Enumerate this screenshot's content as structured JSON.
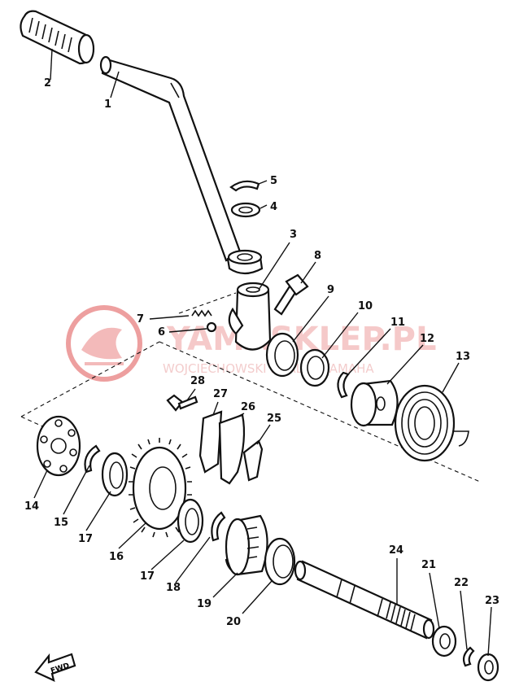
{
  "watermark": {
    "brand": "YAMASKLEP.PL",
    "dealer": "WOJCIECHOWSKI DEALER YAMAHA",
    "logo_color": "#e88080"
  },
  "fwd_label": "FWD",
  "callouts": [
    {
      "id": "1",
      "label": "1",
      "part": "kick crank"
    },
    {
      "id": "2",
      "label": "2",
      "part": "grip"
    },
    {
      "id": "3",
      "label": "3",
      "part": "kick boss"
    },
    {
      "id": "4",
      "label": "4",
      "part": "washer"
    },
    {
      "id": "5",
      "label": "5",
      "part": "circlip"
    },
    {
      "id": "6",
      "label": "6",
      "part": "ball"
    },
    {
      "id": "7",
      "label": "7",
      "part": "spring"
    },
    {
      "id": "8",
      "label": "8",
      "part": "bolt"
    },
    {
      "id": "9",
      "label": "9",
      "part": "oil seal"
    },
    {
      "id": "10",
      "label": "10",
      "part": "washer"
    },
    {
      "id": "11",
      "label": "11",
      "part": "circlip"
    },
    {
      "id": "12",
      "label": "12",
      "part": "spring guide"
    },
    {
      "id": "13",
      "label": "13",
      "part": "torsion spring"
    },
    {
      "id": "14",
      "label": "14",
      "part": "plate"
    },
    {
      "id": "15",
      "label": "15",
      "part": "circlip"
    },
    {
      "id": "16",
      "label": "16",
      "part": "kick gear"
    },
    {
      "id": "17a",
      "label": "17",
      "part": "washer"
    },
    {
      "id": "17b",
      "label": "17",
      "part": "washer"
    },
    {
      "id": "18",
      "label": "18",
      "part": "circlip"
    },
    {
      "id": "19",
      "label": "19",
      "part": "ratchet wheel"
    },
    {
      "id": "20",
      "label": "20",
      "part": "spring"
    },
    {
      "id": "21",
      "label": "21",
      "part": "washer"
    },
    {
      "id": "22",
      "label": "22",
      "part": "circlip"
    },
    {
      "id": "23",
      "label": "23",
      "part": "washer"
    },
    {
      "id": "24",
      "label": "24",
      "part": "kick axle"
    },
    {
      "id": "25",
      "label": "25",
      "part": "clip"
    },
    {
      "id": "26",
      "label": "26",
      "part": "stopper"
    },
    {
      "id": "27",
      "label": "27",
      "part": "plate"
    },
    {
      "id": "28",
      "label": "28",
      "part": "bolt"
    }
  ]
}
